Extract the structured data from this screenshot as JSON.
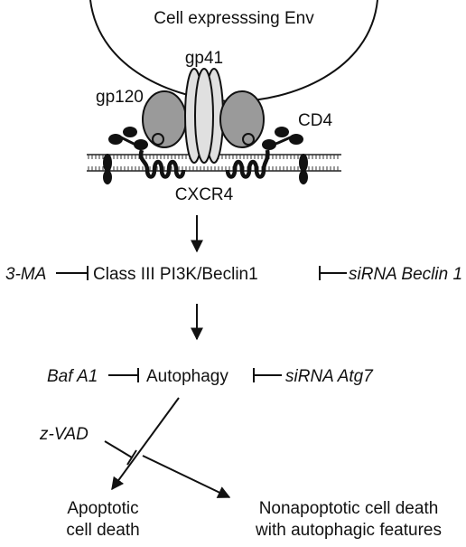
{
  "cell_label": "Cell expresssing Env",
  "membrane_labels": {
    "gp41": "gp41",
    "gp120": "gp120",
    "cd4": "CD4",
    "cxcr4": "CXCR4"
  },
  "pathway": {
    "inhibitor_pi3k": "3-MA",
    "pi3k": "Class III PI3K/Beclin1",
    "sirna_beclin": "siRNA Beclin 1",
    "inhibitor_autophagy": "Baf A1",
    "autophagy": "Autophagy",
    "sirna_atg7": "siRNA Atg7",
    "zvad": "z-VAD"
  },
  "outcomes": {
    "apoptotic_line1": "Apoptotic",
    "apoptotic_line2": "cell death",
    "nonapoptotic_line1": "Nonapoptotic cell death",
    "nonapoptotic_line2": "with autophagic features"
  },
  "colors": {
    "protein_gray": "#9a9a9a",
    "gp41_fill": "#e0e0e0",
    "dark": "#111111"
  }
}
